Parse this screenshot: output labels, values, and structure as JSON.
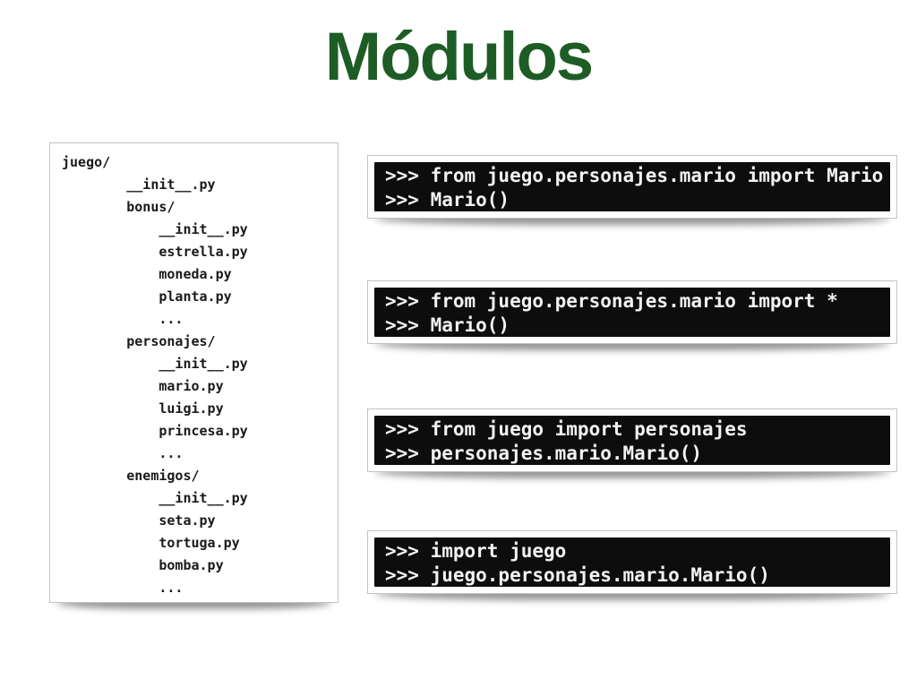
{
  "slide": {
    "title": "Módulos"
  },
  "colors": {
    "title_green": "#1e5c26",
    "code_background": "#0d0d0d",
    "code_text": "#f2f2f2",
    "card_border": "#c2c2c2"
  },
  "file_tree": {
    "lines": [
      {
        "indent": 0,
        "text": "juego/"
      },
      {
        "indent": 1,
        "text": "__init__.py"
      },
      {
        "indent": 1,
        "text": "bonus/"
      },
      {
        "indent": 2,
        "text": "__init__.py"
      },
      {
        "indent": 2,
        "text": "estrella.py"
      },
      {
        "indent": 2,
        "text": "moneda.py"
      },
      {
        "indent": 2,
        "text": "planta.py"
      },
      {
        "indent": 2,
        "text": "..."
      },
      {
        "indent": 1,
        "text": "personajes/"
      },
      {
        "indent": 2,
        "text": "__init__.py"
      },
      {
        "indent": 2,
        "text": "mario.py"
      },
      {
        "indent": 2,
        "text": "luigi.py"
      },
      {
        "indent": 2,
        "text": "princesa.py"
      },
      {
        "indent": 2,
        "text": "..."
      },
      {
        "indent": 1,
        "text": "enemigos/"
      },
      {
        "indent": 2,
        "text": "__init__.py"
      },
      {
        "indent": 2,
        "text": "seta.py"
      },
      {
        "indent": 2,
        "text": "tortuga.py"
      },
      {
        "indent": 2,
        "text": "bomba.py"
      },
      {
        "indent": 2,
        "text": "..."
      }
    ]
  },
  "code_blocks": [
    {
      "lines": [
        ">>> from juego.personajes.mario import Mario",
        ">>> Mario()"
      ]
    },
    {
      "lines": [
        ">>> from juego.personajes.mario import *",
        ">>> Mario()"
      ]
    },
    {
      "lines": [
        ">>> from juego import personajes",
        ">>> personajes.mario.Mario()"
      ]
    },
    {
      "lines": [
        ">>> import juego",
        ">>> juego.personajes.mario.Mario()"
      ]
    }
  ]
}
